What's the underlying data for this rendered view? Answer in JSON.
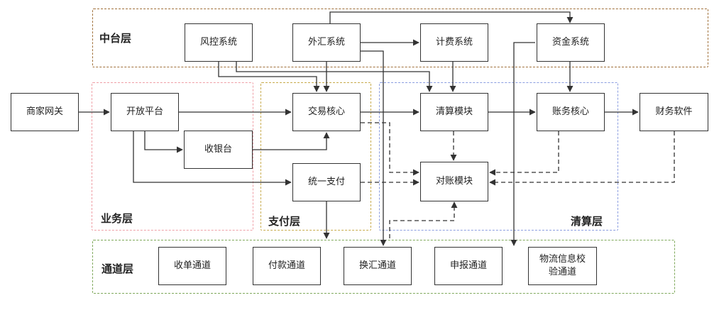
{
  "layers": {
    "mid": "中台层",
    "business": "业务层",
    "payment": "支付层",
    "clearing": "清算层",
    "channel": "通道层"
  },
  "nodes": {
    "merchant_gateway": "商家网关",
    "open_platform": "开放平台",
    "cashier": "收银台",
    "risk_control": "风控系统",
    "forex": "外汇系统",
    "billing": "计费系统",
    "funds": "资金系统",
    "trade_core": "交易核心",
    "unified_pay": "统一支付",
    "clearing_module": "清算模块",
    "accounting_core": "账务核心",
    "finance_software": "财务软件",
    "reconcile": "对账模块",
    "collect_channel": "收单通道",
    "payment_channel": "付款通道",
    "exchange_channel": "换汇通道",
    "declare_channel": "申报通道",
    "logistics_channel_line1": "物流信息校",
    "logistics_channel_line2": "验通道"
  }
}
